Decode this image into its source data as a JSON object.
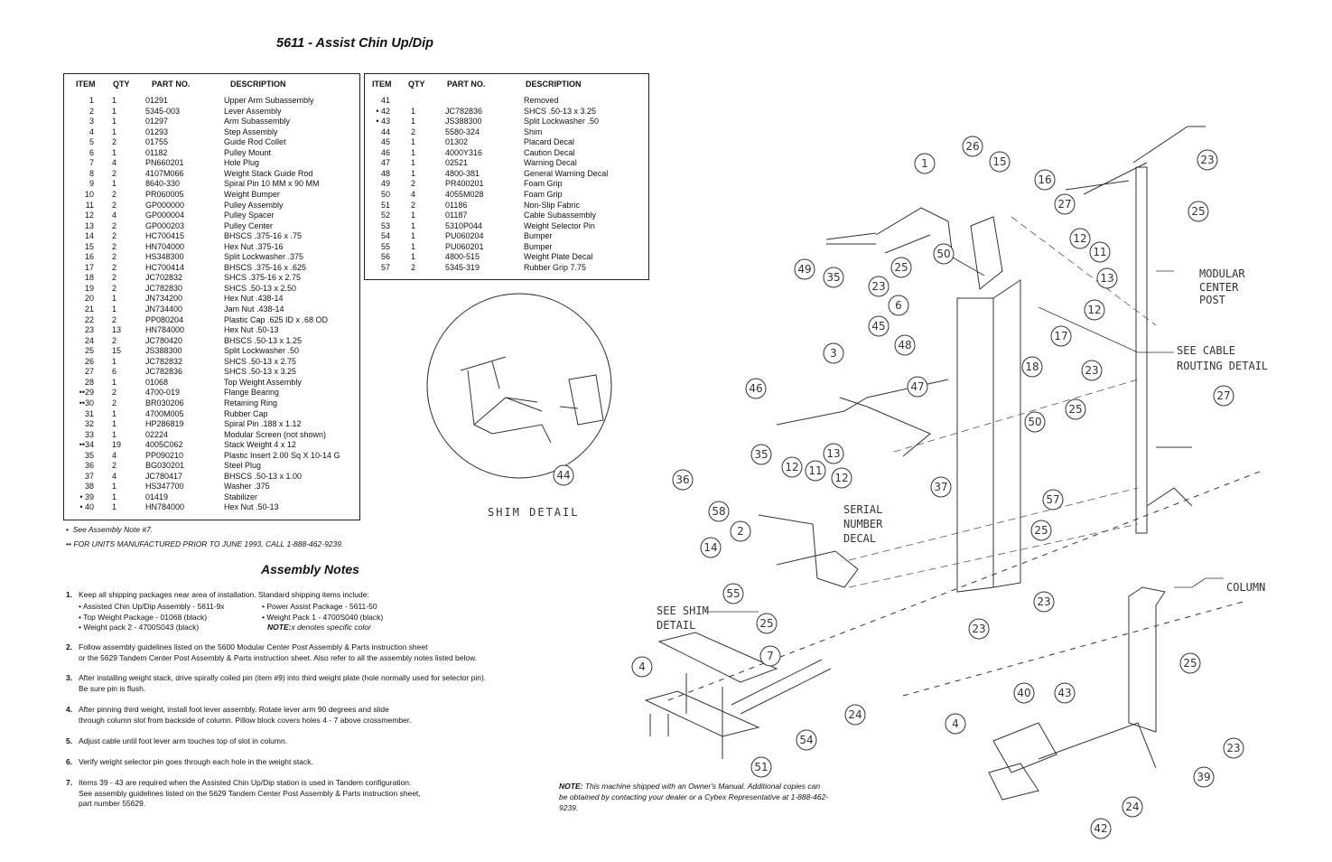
{
  "title": "5611 - Assist Chin Up/Dip",
  "parts_headers": [
    "ITEM",
    "QTY",
    "PART NO.",
    "DESCRIPTION"
  ],
  "parts_left": [
    {
      "item": "1",
      "qty": "1",
      "part": "01291",
      "desc": "Upper Arm Subassembly"
    },
    {
      "item": "2",
      "qty": "1",
      "part": "5345-003",
      "desc": "Lever Assembly"
    },
    {
      "item": "3",
      "qty": "1",
      "part": "01297",
      "desc": "Arm Subassembly"
    },
    {
      "item": "4",
      "qty": "1",
      "part": "01293",
      "desc": "Step Assembly"
    },
    {
      "item": "5",
      "qty": "2",
      "part": "01755",
      "desc": "Guide Rod Collet"
    },
    {
      "item": "6",
      "qty": "1",
      "part": "01182",
      "desc": "Pulley Mount"
    },
    {
      "item": "7",
      "qty": "4",
      "part": "PN660201",
      "desc": "Hole Plug"
    },
    {
      "item": "8",
      "qty": "2",
      "part": "4107M066",
      "desc": "Weight Stack Guide Rod"
    },
    {
      "item": "9",
      "qty": "1",
      "part": "8640-330",
      "desc": "Spiral Pin 10 MM x 90 MM"
    },
    {
      "item": "10",
      "qty": "2",
      "part": "PR060005",
      "desc": "Weight Bumper"
    },
    {
      "item": "11",
      "qty": "2",
      "part": "GP000000",
      "desc": "Pulley Assembly"
    },
    {
      "item": "12",
      "qty": "4",
      "part": "GP000004",
      "desc": "Pulley Spacer"
    },
    {
      "item": "13",
      "qty": "2",
      "part": "GP000203",
      "desc": "Pulley Center"
    },
    {
      "item": "14",
      "qty": "2",
      "part": "HC700415",
      "desc": "BHSCS .375-16 x .75"
    },
    {
      "item": "15",
      "qty": "2",
      "part": "HN704000",
      "desc": "Hex Nut .375-16"
    },
    {
      "item": "16",
      "qty": "2",
      "part": "HS348300",
      "desc": "Split Lockwasher .375"
    },
    {
      "item": "17",
      "qty": "2",
      "part": "HC700414",
      "desc": "BHSCS .375-16 x .625"
    },
    {
      "item": "18",
      "qty": "2",
      "part": "JC702832",
      "desc": "SHCS .375-16 x 2.75"
    },
    {
      "item": "19",
      "qty": "2",
      "part": "JC782830",
      "desc": "SHCS .50-13 x 2.50"
    },
    {
      "item": "20",
      "qty": "1",
      "part": "JN734200",
      "desc": "Hex Nut .438-14"
    },
    {
      "item": "21",
      "qty": "1",
      "part": "JN734400",
      "desc": "Jam Nut .438-14"
    },
    {
      "item": "22",
      "qty": "2",
      "part": "PP080204",
      "desc": "Plastic Cap .625 ID x .68 OD"
    },
    {
      "item": "23",
      "qty": "13",
      "part": "HN784000",
      "desc": "Hex Nut .50-13"
    },
    {
      "item": "24",
      "qty": "2",
      "part": "JC780420",
      "desc": "BHSCS .50-13 x 1.25"
    },
    {
      "item": "25",
      "qty": "15",
      "part": "JS388300",
      "desc": "Split Lockwasher .50"
    },
    {
      "item": "26",
      "qty": "1",
      "part": "JC782832",
      "desc": "SHCS .50-13 x 2.75"
    },
    {
      "item": "27",
      "qty": "6",
      "part": "JC782836",
      "desc": "SHCS .50-13 x 3.25"
    },
    {
      "item": "28",
      "qty": "1",
      "part": "01068",
      "desc": "Top Weight Assembly"
    },
    {
      "item": "••29",
      "qty": "2",
      "part": "4700-019",
      "desc": "Flange Bearing"
    },
    {
      "item": "••30",
      "qty": "2",
      "part": "BR030206",
      "desc": "Retaining Ring"
    },
    {
      "item": "31",
      "qty": "1",
      "part": "4700M005",
      "desc": "Rubber Cap"
    },
    {
      "item": "32",
      "qty": "1",
      "part": "HP286819",
      "desc": "Spiral Pin .188 x 1.12"
    },
    {
      "item": "33",
      "qty": "1",
      "part": "02224",
      "desc": "Modular Screen (not shown)"
    },
    {
      "item": "••34",
      "qty": "19",
      "part": "4005C062",
      "desc": "Stack Weight 4 x 12"
    },
    {
      "item": "35",
      "qty": "4",
      "part": "PP090210",
      "desc": "Plastic Insert 2.00 Sq X 10-14 G"
    },
    {
      "item": "36",
      "qty": "2",
      "part": "BG030201",
      "desc": "Steel Plug"
    },
    {
      "item": "37",
      "qty": "4",
      "part": "JC780417",
      "desc": "BHSCS  .50-13 x 1.00"
    },
    {
      "item": "38",
      "qty": "1",
      "part": "HS347700",
      "desc": "Washer .375"
    },
    {
      "item": "• 39",
      "qty": "1",
      "part": "01419",
      "desc": "Stabilizer"
    },
    {
      "item": "• 40",
      "qty": "1",
      "part": "HN784000",
      "desc": "Hex Nut .50-13"
    }
  ],
  "parts_right": [
    {
      "item": "41",
      "qty": "",
      "part": "",
      "desc": "Removed"
    },
    {
      "item": "• 42",
      "qty": "1",
      "part": "JC782836",
      "desc": "SHCS .50-13 x 3.25"
    },
    {
      "item": "• 43",
      "qty": "1",
      "part": "JS388300",
      "desc": "Split Lockwasher .50"
    },
    {
      "item": "44",
      "qty": "2",
      "part": "5580-324",
      "desc": "Shim"
    },
    {
      "item": "45",
      "qty": "1",
      "part": "01302",
      "desc": "Placard Decal"
    },
    {
      "item": "46",
      "qty": "1",
      "part": "4000Y316",
      "desc": "Caution Decal"
    },
    {
      "item": "47",
      "qty": "1",
      "part": "02521",
      "desc": "Warning Decal"
    },
    {
      "item": "48",
      "qty": "1",
      "part": "4800-381",
      "desc": "General Warning Decal"
    },
    {
      "item": "49",
      "qty": "2",
      "part": "PR400201",
      "desc": "Foam Grip"
    },
    {
      "item": "50",
      "qty": "4",
      "part": "4055M028",
      "desc": "Foam Grip"
    },
    {
      "item": "51",
      "qty": "2",
      "part": "01186",
      "desc": "Non-Slip Fabric"
    },
    {
      "item": "52",
      "qty": "1",
      "part": "01187",
      "desc": "Cable Subassembly"
    },
    {
      "item": "53",
      "qty": "1",
      "part": "5310P044",
      "desc": "Weight Selector Pin"
    },
    {
      "item": "54",
      "qty": "1",
      "part": "PU060204",
      "desc": "Bumper"
    },
    {
      "item": "55",
      "qty": "1",
      "part": "PU060201",
      "desc": "Bumper"
    },
    {
      "item": "56",
      "qty": "1",
      "part": "4800-515",
      "desc": "Weight Plate Decal"
    },
    {
      "item": "57",
      "qty": "2",
      "part": "5345-319",
      "desc": "Rubber Grip 7.75"
    }
  ],
  "footnotes": {
    "single_marker": "•",
    "single_text": "See Assembly Note #7.",
    "double_marker": "••",
    "double_text": "FOR UNITS MANUFACTURED PRIOR TO JUNE 1993, CALL 1-888-462-9239."
  },
  "assembly_title": "Assembly Notes",
  "notes": {
    "n1_num": "1.",
    "n1_line1": "Keep all shipping packages near area of installation. Standard shipping items include:",
    "ship_items": [
      "• Assisted Chin Up/Dip Assembly - 5611-9x",
      "• Power Assist Package - 5611-50",
      "• Top Weight Package - 01068  (black)",
      "• Weight Pack 1 - 4700S040 (black)",
      "• Weight pack 2 - 4700S043 (black)"
    ],
    "ship_note_label": "NOTE:",
    "ship_note_text": " x denotes specific color",
    "n2_num": "2.",
    "n2_line1": "Follow assembly guidelines listed on the 5600 Modular Center Post Assembly & Parts instruction sheet",
    "n2_line2": "or the 5629 Tandem Center Post Assembly & Parts instruction sheet. Also refer to all the assembly notes listed below.",
    "n3_num": "3.",
    "n3_line1": "After installing weight stack, drive spirally coiled pin (item #9) into third weight plate (hole normally used for selector pin).",
    "n3_line2": "Be sure pin is flush.",
    "n4_num": "4.",
    "n4_line1": "After pinning third weight,  install foot lever assembly. Rotate lever arm 90 degrees and slide",
    "n4_line2": "through column slot from backside of column.  Pillow block covers holes 4 - 7 above crossmember.",
    "n5_num": "5.",
    "n5_line1": "Adjust cable until foot lever arm touches top of slot in column.",
    "n6_num": "6.",
    "n6_line1": "Verify weight selector pin goes through each hole in the weight stack.",
    "n7_num": "7.",
    "n7_line1": "Items 39 - 43 are required when the Assisted Chin Up/Dip station is used in Tandem configuration.",
    "n7_line2": "See assembly guidelines listed on the 5629 Tandem Center Post Assembly & Parts instruction sheet,",
    "n7_line3": "part number 55629."
  },
  "machine_note": {
    "label": "NOTE:",
    "text": " This machine shipped with an Owner's Manual. Additional copies can be obtained by contacting your dealer or a Cybex Representative at 1-888-462-9239."
  },
  "diagram_labels": {
    "shim_detail": "SHIM DETAIL",
    "modular_center_post": [
      "MODULAR",
      "CENTER",
      "POST"
    ],
    "see_cable": [
      "SEE CABLE",
      "ROUTING DETAIL"
    ],
    "serial": [
      "SERIAL",
      "NUMBER",
      "DECAL"
    ],
    "see_shim": [
      "SEE SHIM",
      "DETAIL"
    ],
    "column": "COLUMN"
  },
  "callouts": [
    "1",
    "26",
    "15",
    "16",
    "23",
    "25",
    "27",
    "12",
    "11",
    "13",
    "12",
    "50",
    "49",
    "35",
    "25",
    "23",
    "6",
    "45",
    "48",
    "17",
    "18",
    "23",
    "25",
    "27",
    "3",
    "46",
    "47",
    "50",
    "35",
    "13",
    "12",
    "11",
    "12",
    "37",
    "36",
    "58",
    "2",
    "57",
    "25",
    "14",
    "55",
    "25",
    "23",
    "7",
    "23",
    "4",
    "24",
    "54",
    "51",
    "40",
    "43",
    "4",
    "25",
    "23",
    "39",
    "24",
    "42",
    "44"
  ]
}
